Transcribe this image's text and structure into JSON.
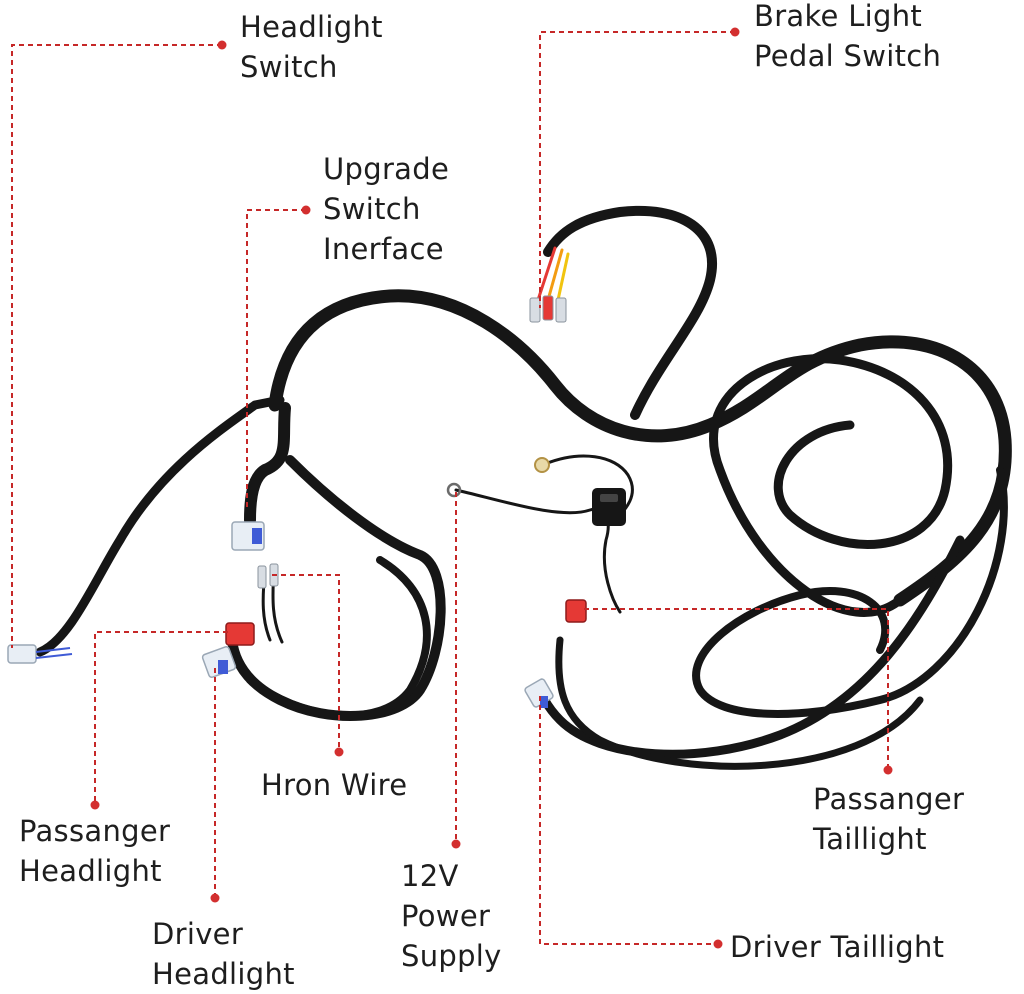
{
  "colors": {
    "leader": "#c62828",
    "dot": "#d32f2f",
    "harness": "#161616",
    "text": "#1e1e1e",
    "fuse_red": "#e53935",
    "connector": "#e8eef5",
    "connector_blue": "#3f5bd6"
  },
  "labels": [
    {
      "id": "headlight-switch",
      "lines": [
        "Headlight",
        "Switch"
      ]
    },
    {
      "id": "brake-light-pedal-switch",
      "lines": [
        "Brake Light",
        "Pedal Switch"
      ]
    },
    {
      "id": "upgrade-switch-interface",
      "lines": [
        "Upgrade",
        "Switch",
        "Inerface"
      ]
    },
    {
      "id": "horn-wire",
      "lines": [
        "Hron Wire"
      ]
    },
    {
      "id": "passanger-headlight",
      "lines": [
        "Passanger",
        "Headlight"
      ]
    },
    {
      "id": "driver-headlight",
      "lines": [
        "Driver",
        "Headlight"
      ]
    },
    {
      "id": "power-supply",
      "lines": [
        "12V",
        "Power",
        "Supply"
      ]
    },
    {
      "id": "passanger-taillight",
      "lines": [
        "Passanger",
        "Taillight"
      ]
    },
    {
      "id": "driver-taillight",
      "lines": [
        "Driver Taillight"
      ]
    }
  ]
}
